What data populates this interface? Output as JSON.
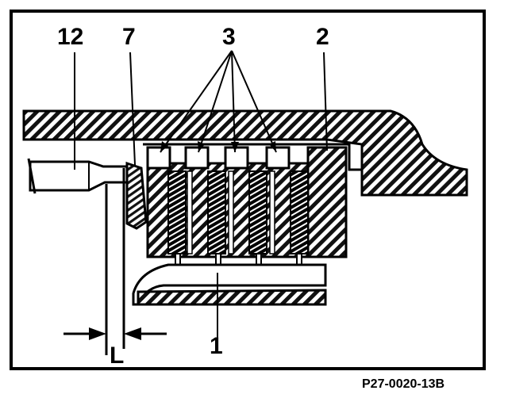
{
  "labels": {
    "part_12": "12",
    "part_7": "7",
    "part_3": "3",
    "part_2": "2",
    "part_1": "1",
    "dimension_L": "L"
  },
  "reference_code": "P27-0020-13B"
}
